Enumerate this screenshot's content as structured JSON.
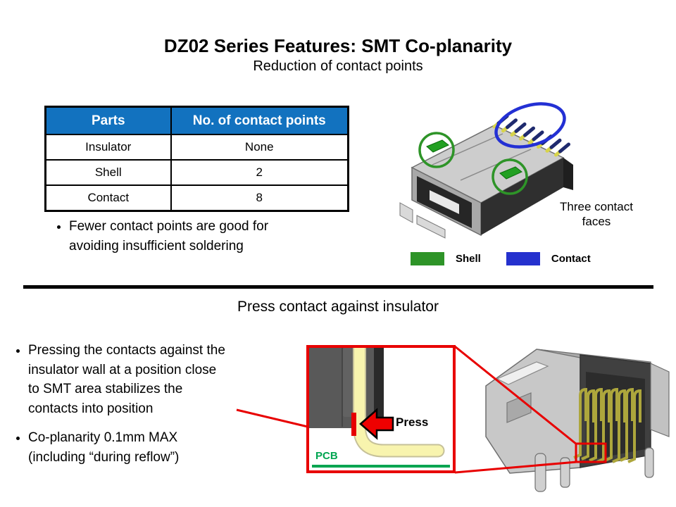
{
  "header": {
    "title": "DZ02 Series Features: SMT Co-planarity",
    "subtitle": "Reduction of contact points"
  },
  "contact_table": {
    "headers": [
      "Parts",
      "No. of contact points"
    ],
    "rows": [
      [
        "Insulator",
        "None"
      ],
      [
        "Shell",
        "2"
      ],
      [
        "Contact",
        "8"
      ]
    ]
  },
  "top_section": {
    "bullet": [
      "Fewer contact points are good for",
      "avoiding insufficient soldering"
    ],
    "image_caption": [
      "Three contact",
      "faces"
    ],
    "legend": [
      {
        "label": "Shell",
        "color": "#2e9428"
      },
      {
        "label": "Contact",
        "color": "#2531ce"
      }
    ]
  },
  "bottom_section": {
    "heading": "Press contact against insulator",
    "bullets": [
      [
        "Pressing the contacts against the",
        "insulator wall at a position close",
        "to SMT area stabilizes the",
        "contacts into position"
      ],
      [
        "Co-planarity 0.1mm MAX",
        "(including “during reflow”)"
      ]
    ],
    "diagram": {
      "press_label": "Press",
      "pcb_label": "PCB"
    }
  },
  "colors": {
    "table_header_bg": "#1272bf",
    "shell_green": "#2e9428",
    "contact_blue": "#2531ce",
    "pcb_green": "#00a551",
    "highlight_red": "#e80000",
    "contact_yellow": "#f8f4ae",
    "insulator_gray": "#595959"
  }
}
